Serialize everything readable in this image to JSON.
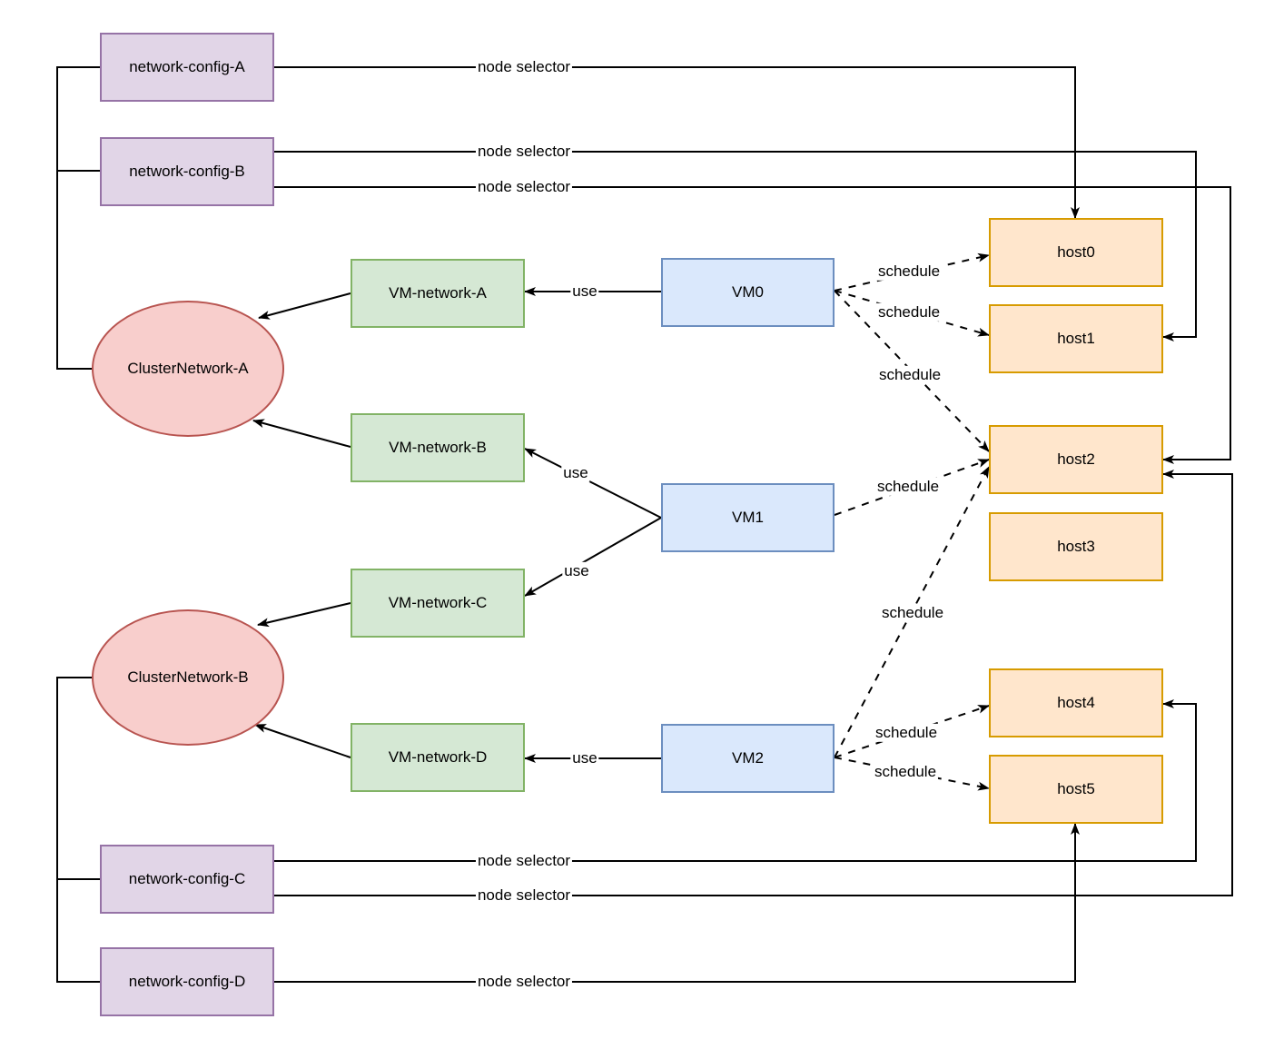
{
  "diagram": {
    "type": "kubevirt-network-topology",
    "nodes": [
      {
        "id": 0,
        "label": "network-config-A",
        "kind": "network-config",
        "shape": "rect",
        "color": "#E1D5E7",
        "stroke": "#9673A6"
      },
      {
        "id": 1,
        "label": "network-config-B",
        "kind": "network-config",
        "shape": "rect",
        "color": "#E1D5E7",
        "stroke": "#9673A6"
      },
      {
        "id": 2,
        "label": "network-config-C",
        "kind": "network-config",
        "shape": "rect",
        "color": "#E1D5E7",
        "stroke": "#9673A6"
      },
      {
        "id": 3,
        "label": "network-config-D",
        "kind": "network-config",
        "shape": "rect",
        "color": "#E1D5E7",
        "stroke": "#9673A6"
      },
      {
        "id": 4,
        "label": "ClusterNetwork-A",
        "kind": "cluster-network",
        "shape": "ellipse",
        "color": "#F8CECC",
        "stroke": "#B85450"
      },
      {
        "id": 5,
        "label": "ClusterNetwork-B",
        "kind": "cluster-network",
        "shape": "ellipse",
        "color": "#F8CECC",
        "stroke": "#B85450"
      },
      {
        "id": 6,
        "label": "VM-network-A",
        "kind": "vm-network",
        "shape": "rect",
        "color": "#D5E8D4",
        "stroke": "#82B366"
      },
      {
        "id": 7,
        "label": "VM-network-B",
        "kind": "vm-network",
        "shape": "rect",
        "color": "#D5E8D4",
        "stroke": "#82B366"
      },
      {
        "id": 8,
        "label": "VM-network-C",
        "kind": "vm-network",
        "shape": "rect",
        "color": "#D5E8D4",
        "stroke": "#82B366"
      },
      {
        "id": 9,
        "label": "VM-network-D",
        "kind": "vm-network",
        "shape": "rect",
        "color": "#D5E8D4",
        "stroke": "#82B366"
      },
      {
        "id": 10,
        "label": "VM0",
        "kind": "vm",
        "shape": "rect",
        "color": "#DAE8FC",
        "stroke": "#6C8EBF"
      },
      {
        "id": 11,
        "label": "VM1",
        "kind": "vm",
        "shape": "rect",
        "color": "#DAE8FC",
        "stroke": "#6C8EBF"
      },
      {
        "id": 12,
        "label": "VM2",
        "kind": "vm",
        "shape": "rect",
        "color": "#DAE8FC",
        "stroke": "#6C8EBF"
      },
      {
        "id": 13,
        "label": "host0",
        "kind": "host",
        "shape": "rect",
        "color": "#FFE6CC",
        "stroke": "#D79B00"
      },
      {
        "id": 14,
        "label": "host1",
        "kind": "host",
        "shape": "rect",
        "color": "#FFE6CC",
        "stroke": "#D79B00"
      },
      {
        "id": 15,
        "label": "host2",
        "kind": "host",
        "shape": "rect",
        "color": "#FFE6CC",
        "stroke": "#D79B00"
      },
      {
        "id": 16,
        "label": "host3",
        "kind": "host",
        "shape": "rect",
        "color": "#FFE6CC",
        "stroke": "#D79B00"
      },
      {
        "id": 17,
        "label": "host4",
        "kind": "host",
        "shape": "rect",
        "color": "#FFE6CC",
        "stroke": "#D79B00"
      },
      {
        "id": 18,
        "label": "host5",
        "kind": "host",
        "shape": "rect",
        "color": "#FFE6CC",
        "stroke": "#D79B00"
      }
    ],
    "edges": [
      {
        "from": "network-config-A",
        "to": "host0",
        "label": "node selector",
        "style": "solid-arrow"
      },
      {
        "from": "network-config-B",
        "to": "host1",
        "label": "node selector",
        "style": "solid-arrow"
      },
      {
        "from": "network-config-B",
        "to": "host2",
        "label": "node selector",
        "style": "solid-arrow"
      },
      {
        "from": "network-config-C",
        "to": "host4",
        "label": "node selector",
        "style": "solid-arrow"
      },
      {
        "from": "network-config-C",
        "to": "host2",
        "label": "node selector",
        "style": "solid-arrow"
      },
      {
        "from": "network-config-D",
        "to": "host5",
        "label": "node selector",
        "style": "solid-arrow"
      },
      {
        "from": "VM0",
        "to": "VM-network-A",
        "label": "use",
        "style": "solid-arrow"
      },
      {
        "from": "VM1",
        "to": "VM-network-B",
        "label": "use",
        "style": "solid-arrow"
      },
      {
        "from": "VM1",
        "to": "VM-network-C",
        "label": "use",
        "style": "solid-arrow"
      },
      {
        "from": "VM2",
        "to": "VM-network-D",
        "label": "use",
        "style": "solid-arrow"
      },
      {
        "from": "VM0",
        "to": "host0",
        "label": "schedule",
        "style": "dashed-arrow"
      },
      {
        "from": "VM0",
        "to": "host1",
        "label": "schedule",
        "style": "dashed-arrow"
      },
      {
        "from": "VM0",
        "to": "host2",
        "label": "schedule",
        "style": "dashed-arrow"
      },
      {
        "from": "VM1",
        "to": "host2",
        "label": "schedule",
        "style": "dashed-arrow"
      },
      {
        "from": "VM2",
        "to": "host2",
        "label": "schedule",
        "style": "dashed-arrow"
      },
      {
        "from": "VM2",
        "to": "host4",
        "label": "schedule",
        "style": "dashed-arrow"
      },
      {
        "from": "VM2",
        "to": "host5",
        "label": "schedule",
        "style": "dashed-arrow"
      },
      {
        "from": "VM-network-A",
        "to": "ClusterNetwork-A",
        "label": "",
        "style": "solid-arrow"
      },
      {
        "from": "VM-network-B",
        "to": "ClusterNetwork-A",
        "label": "",
        "style": "solid-arrow"
      },
      {
        "from": "VM-network-C",
        "to": "ClusterNetwork-B",
        "label": "",
        "style": "solid-arrow"
      },
      {
        "from": "VM-network-D",
        "to": "ClusterNetwork-B",
        "label": "",
        "style": "solid-arrow"
      },
      {
        "from": "network-config-A",
        "to": "ClusterNetwork-A",
        "label": "",
        "style": "plain"
      },
      {
        "from": "network-config-B",
        "to": "ClusterNetwork-A",
        "label": "",
        "style": "plain"
      },
      {
        "from": "network-config-C",
        "to": "ClusterNetwork-B",
        "label": "",
        "style": "plain"
      },
      {
        "from": "network-config-D",
        "to": "ClusterNetwork-B",
        "label": "",
        "style": "plain"
      }
    ],
    "colors": {
      "edge": "#000000",
      "background": "#ffffff",
      "config_fill": "#E1D5E7",
      "config_stroke": "#9673A6",
      "vm_network_fill": "#D5E8D4",
      "vm_network_stroke": "#82B366",
      "vm_fill": "#DAE8FC",
      "vm_stroke": "#6C8EBF",
      "host_fill": "#FFE6CC",
      "host_stroke": "#D79B00",
      "cluster_fill": "#F8CECC",
      "cluster_stroke": "#B85450"
    }
  }
}
